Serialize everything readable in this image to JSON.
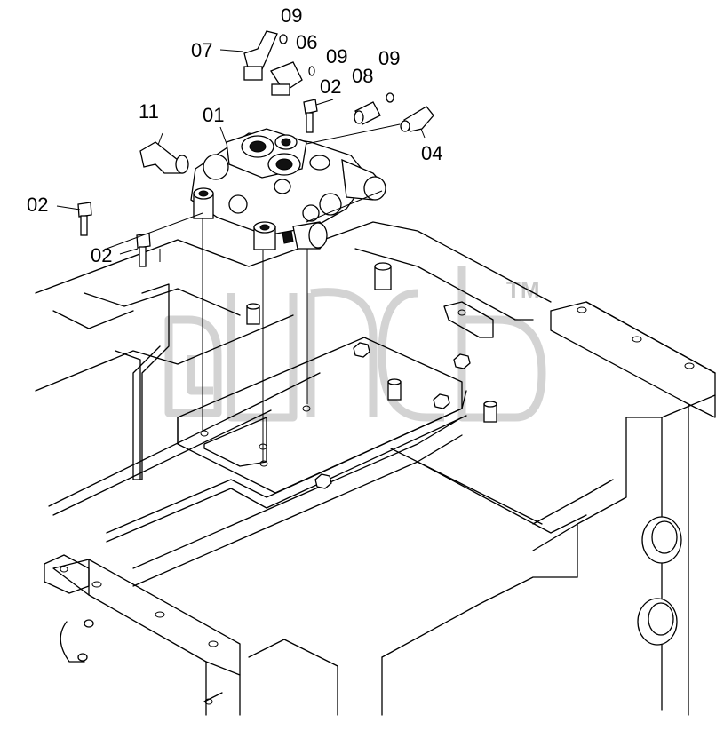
{
  "diagram": {
    "callouts": [
      {
        "id": "c09a",
        "text": "09"
      },
      {
        "id": "c07",
        "text": "07"
      },
      {
        "id": "c06",
        "text": "06"
      },
      {
        "id": "c09b",
        "text": "09"
      },
      {
        "id": "c09c",
        "text": "09"
      },
      {
        "id": "c02a",
        "text": "02"
      },
      {
        "id": "c08",
        "text": "08"
      },
      {
        "id": "c11",
        "text": "11"
      },
      {
        "id": "c01",
        "text": "01"
      },
      {
        "id": "c04",
        "text": "04"
      },
      {
        "id": "c02b",
        "text": "02"
      },
      {
        "id": "c02c",
        "text": "02"
      }
    ],
    "watermark": {
      "trademark": "TM"
    }
  }
}
